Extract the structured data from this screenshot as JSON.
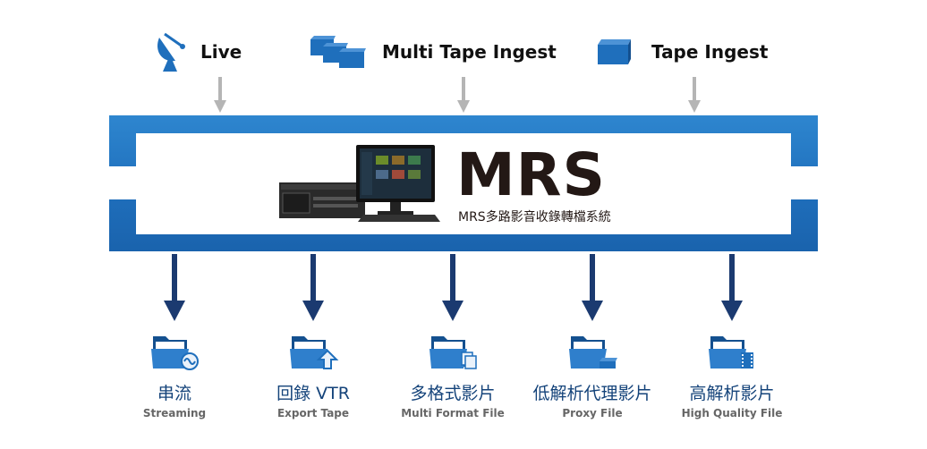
{
  "colors": {
    "frame_blue": "#1f6fbc",
    "icon_blue": "#1f6fbc",
    "arrow_navy": "#1b3a70",
    "arrow_gray": "#b5b5b5",
    "text_dark": "#231815",
    "label_navy": "#14437a",
    "label_gray": "#666666"
  },
  "inputs": [
    {
      "label": "Live",
      "icon": "satellite-dish-icon"
    },
    {
      "label": "Multi Tape Ingest",
      "icon": "multi-tape-icon"
    },
    {
      "label": "Tape Ingest",
      "icon": "tape-icon"
    }
  ],
  "center": {
    "title": "MRS",
    "subtitle": "MRS多路影音收錄轉檔系統",
    "image": "server-workstation-icon"
  },
  "outputs": [
    {
      "zh": "串流",
      "en": "Streaming",
      "icon": "folder-streaming-icon"
    },
    {
      "zh": "回錄 VTR",
      "en": "Export Tape",
      "icon": "folder-export-icon"
    },
    {
      "zh": "多格式影片",
      "en": "Multi Format File",
      "icon": "folder-multi-format-icon"
    },
    {
      "zh": "低解析代理影片",
      "en": "Proxy File",
      "icon": "folder-proxy-icon"
    },
    {
      "zh": "高解析影片",
      "en": "High Quality File",
      "icon": "folder-hq-icon"
    }
  ]
}
